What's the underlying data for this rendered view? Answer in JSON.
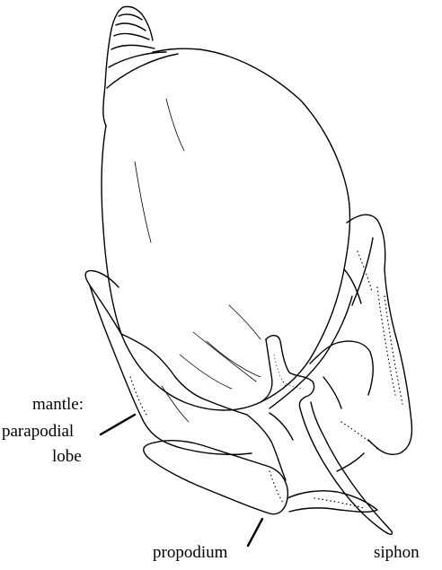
{
  "labels": {
    "mantle_line1": "mantle:",
    "mantle_line2": "parapodial",
    "mantle_line3": "lobe",
    "propodium": "propodium",
    "siphon": "siphon"
  },
  "colors": {
    "ink": "#000000",
    "paper": "#ffffff"
  }
}
